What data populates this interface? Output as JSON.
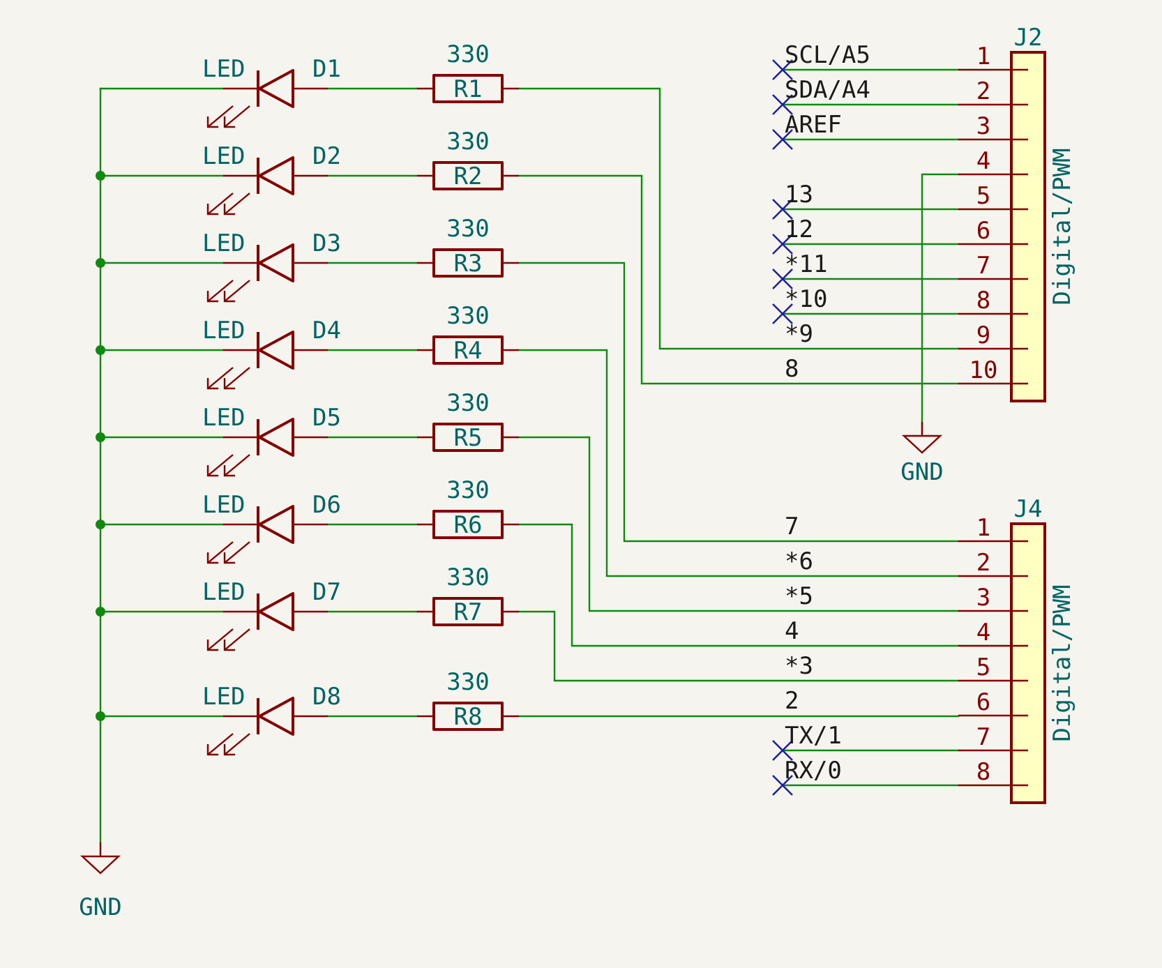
{
  "diagram": {
    "gnd_label": "GND",
    "leds": [
      {
        "ref": "D1",
        "value": "LED"
      },
      {
        "ref": "D2",
        "value": "LED"
      },
      {
        "ref": "D3",
        "value": "LED"
      },
      {
        "ref": "D4",
        "value": "LED"
      },
      {
        "ref": "D5",
        "value": "LED"
      },
      {
        "ref": "D6",
        "value": "LED"
      },
      {
        "ref": "D7",
        "value": "LED"
      },
      {
        "ref": "D8",
        "value": "LED"
      }
    ],
    "resistors": [
      {
        "ref": "R1",
        "value": "330"
      },
      {
        "ref": "R2",
        "value": "330"
      },
      {
        "ref": "R3",
        "value": "330"
      },
      {
        "ref": "R4",
        "value": "330"
      },
      {
        "ref": "R5",
        "value": "330"
      },
      {
        "ref": "R6",
        "value": "330"
      },
      {
        "ref": "R7",
        "value": "330"
      },
      {
        "ref": "R8",
        "value": "330"
      }
    ],
    "connectors": [
      {
        "ref": "J2",
        "value": "Digital/PWM",
        "pins": [
          {
            "number": "1",
            "name": "SCL/A5",
            "no_connect": true
          },
          {
            "number": "2",
            "name": "SDA/A4",
            "no_connect": true
          },
          {
            "number": "3",
            "name": "AREF",
            "no_connect": true
          },
          {
            "number": "4",
            "name": "",
            "no_connect": false
          },
          {
            "number": "5",
            "name": "13",
            "no_connect": true
          },
          {
            "number": "6",
            "name": "12",
            "no_connect": true
          },
          {
            "number": "7",
            "name": "*11",
            "no_connect": true
          },
          {
            "number": "8",
            "name": "*10",
            "no_connect": true
          },
          {
            "number": "9",
            "name": "*9",
            "no_connect": false
          },
          {
            "number": "10",
            "name": "8",
            "no_connect": false
          }
        ]
      },
      {
        "ref": "J4",
        "value": "Digital/PWM",
        "pins": [
          {
            "number": "1",
            "name": "7",
            "no_connect": false
          },
          {
            "number": "2",
            "name": "*6",
            "no_connect": false
          },
          {
            "number": "3",
            "name": "*5",
            "no_connect": false
          },
          {
            "number": "4",
            "name": "4",
            "no_connect": false
          },
          {
            "number": "5",
            "name": "*3",
            "no_connect": false
          },
          {
            "number": "6",
            "name": "2",
            "no_connect": false
          },
          {
            "number": "7",
            "name": "TX/1",
            "no_connect": true
          },
          {
            "number": "8",
            "name": "RX/0",
            "no_connect": true
          }
        ]
      }
    ],
    "colors": {
      "background": "#f5f4ef",
      "wire": "#0f8a0f",
      "component": "#840000",
      "connector_fill": "#ffffc2",
      "reference_text": "#006464",
      "no_connect": "#1f1f9e"
    }
  }
}
